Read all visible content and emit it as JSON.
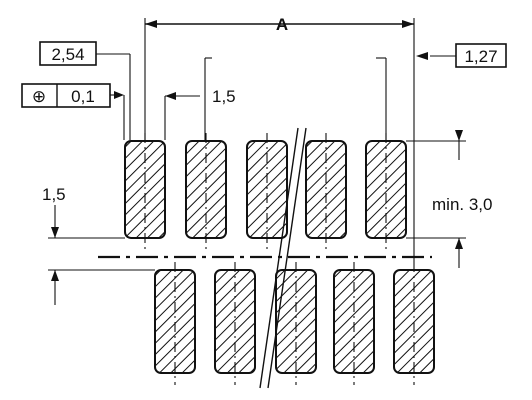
{
  "labels": {
    "dim_a": "A",
    "pitch": "2,54",
    "tolerance_symbol": "⊕",
    "tolerance_value": "0,1",
    "pad_width": "1,5",
    "edge_offset": "1,27",
    "pad_gap": "1,5",
    "min_length": "min. 3,0"
  }
}
